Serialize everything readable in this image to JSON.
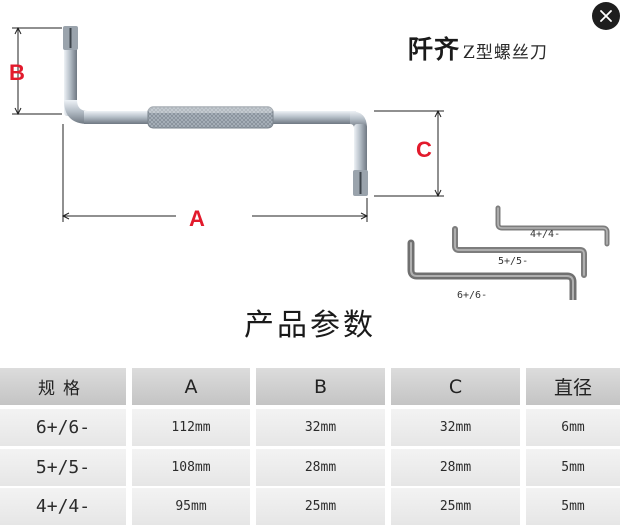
{
  "brand": {
    "name_bold": "阡齐",
    "name_rest": "Z型螺丝刀"
  },
  "dimension_labels": {
    "a": "A",
    "b": "B",
    "c": "C"
  },
  "size_tags": [
    "4+/4-",
    "5+/5-",
    "6+/6-"
  ],
  "section_title": "产品参数",
  "spec_table": {
    "headers": [
      "规格",
      "A",
      "B",
      "C",
      "直径"
    ],
    "rows": [
      [
        "6+/6-",
        "112mm",
        "32mm",
        "32mm",
        "6mm"
      ],
      [
        "5+/5-",
        "108mm",
        "28mm",
        "28mm",
        "5mm"
      ],
      [
        "4+/4-",
        "95mm",
        "25mm",
        "25mm",
        "5mm"
      ]
    ]
  },
  "colors": {
    "dimension_label": "#e21a2c",
    "steel": "#b9c2cc",
    "header_bg": "#cfcfcf",
    "row_bg": "#ececec",
    "close_button": "#1e1e1e"
  },
  "icons": {
    "close": "close-icon"
  }
}
